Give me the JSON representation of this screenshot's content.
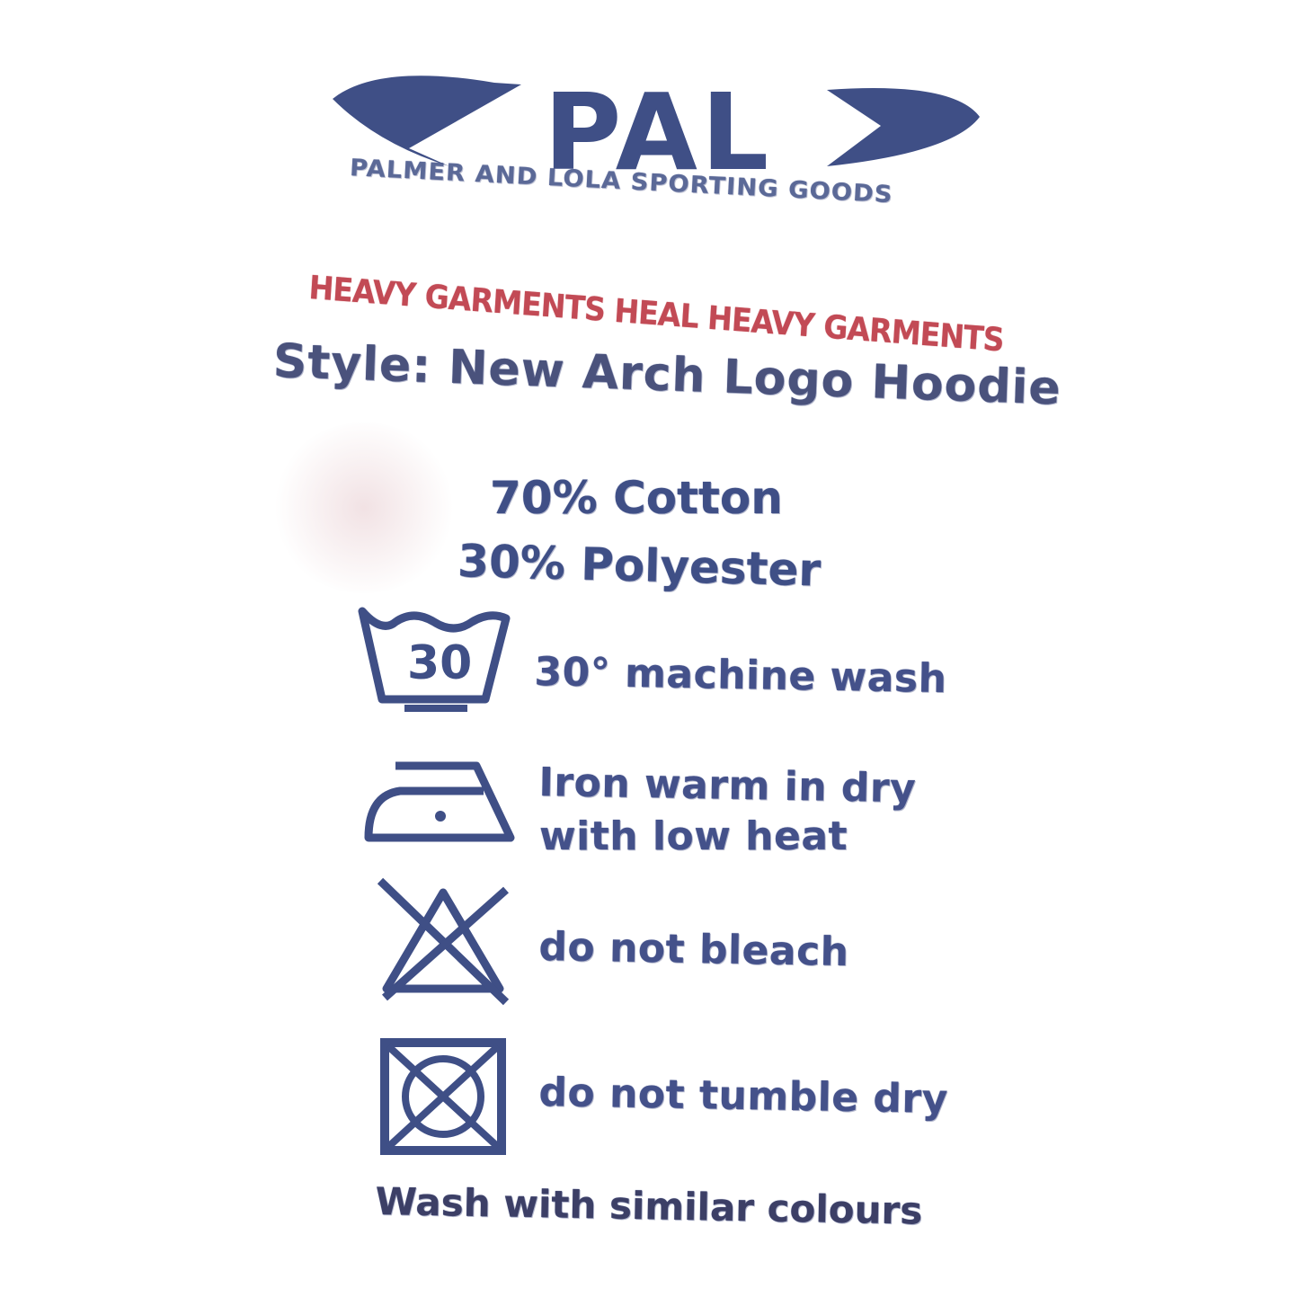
{
  "brand": {
    "logo_text": "PAL",
    "line_1": "PALMER AND LOLA SPORTING GOODS",
    "line_2": "",
    "line_3": "",
    "slogan": "HEAVY GARMENTS HEAL HEAVY GARMENTS"
  },
  "style": {
    "text": "Style: New Arch Logo Hoodie"
  },
  "composition": {
    "line_1": "70% Cotton",
    "line_2": "30% Polyester"
  },
  "care": {
    "wash_temp": "30",
    "wash_text": "30° machine wash",
    "iron_text_1": "Iron warm in dry",
    "iron_text_2": "with low heat",
    "bleach_text": "do not bleach",
    "dry_text": "do not tumble dry"
  },
  "footer": {
    "text": "Wash with similar colours"
  },
  "colors": {
    "thread_blue": "#3f4f86",
    "thread_red": "#c24a55",
    "background": "#ffffff"
  },
  "icons": [
    "wash-tub-icon",
    "iron-icon",
    "no-bleach-icon",
    "no-tumble-dry-icon"
  ]
}
